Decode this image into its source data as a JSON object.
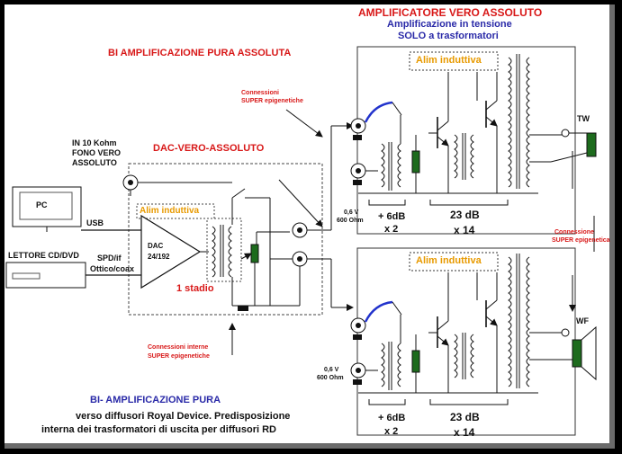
{
  "colors": {
    "title": "#d81818",
    "subtitle": "#2a2aa8",
    "alim": "#e89a00",
    "wire": "#111111",
    "dashed": "#444444",
    "blue_wire": "#2233cc",
    "component_fill": "#1d6b1d"
  },
  "header": {
    "title": "AMPLIFICATORE VERO ASSOLUTO",
    "subtitle_1": "Amplificazione in tensione",
    "subtitle_2": "SOLO a trasformatori"
  },
  "left": {
    "bi_title": "BI AMPLIFICAZIONE PURA ASSOLUTA",
    "connessioni_top_1": "Connessioni",
    "connessioni_top_2": "SUPER epigenetiche",
    "in_label_1": "IN 10 Kohm",
    "in_label_2": "FONO VERO",
    "in_label_3": "ASSOLUTO",
    "dac_title": "DAC-VERO-ASSOLUTO",
    "pc": "PC",
    "usb": "USB",
    "lettore": "LETTORE CD/DVD",
    "spdif_1": "SPD/if",
    "spdif_2": "Ottico/coax",
    "alim_dac": "Alim induttiva",
    "dac_chip_1": "DAC",
    "dac_chip_2": "24/192",
    "stadio": "1 stadio",
    "connessioni_int_1": "Connessioni interne",
    "connessioni_int_2": "SUPER epigenetiche"
  },
  "amp_top": {
    "alim": "Alim induttiva",
    "volt_1": "0,6 V",
    "volt_2": "600 Ohm",
    "gain_a": "+ 6dB",
    "mult_a": "x 2",
    "gain_b": "23 dB",
    "mult_b": "x 14"
  },
  "amp_bottom": {
    "alim": "Alim induttiva",
    "volt_1": "0,6 V",
    "volt_2": "600 Ohm",
    "gain_a": "+ 6dB",
    "mult_a": "x 2",
    "gain_b": "23 dB",
    "mult_b": "x 14"
  },
  "right": {
    "tw": "TW",
    "wf": "WF",
    "connessione_1": "Connessione",
    "connessione_2": "SUPER epigenetica"
  },
  "footer": {
    "line_1": "BI- AMPLIFICAZIONE  PURA",
    "line_2": "verso diffusori Royal Device. Predisposizione",
    "line_3": "interna dei trasformatori di uscita per diffusori RD"
  },
  "icons": [
    "rca-jack-icon",
    "transformer-icon",
    "tube-icon",
    "speaker-icon",
    "computer-icon",
    "cd-player-icon",
    "dac-chip-icon"
  ]
}
